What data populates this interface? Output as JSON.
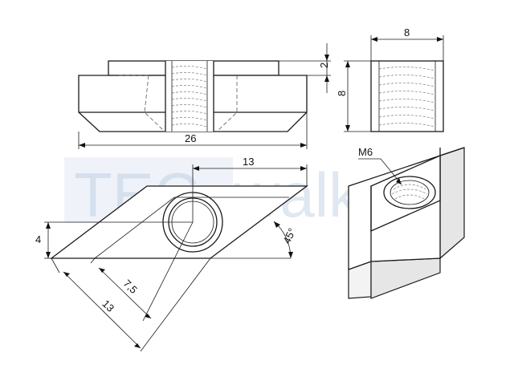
{
  "watermark": {
    "left": "TEC",
    "right": "walker",
    "color": "#b9cbe0"
  },
  "dimensions": {
    "width_26": "26",
    "height_2": "2",
    "top_width_8": "8",
    "side_height_8": "8",
    "top_13": "13",
    "left_4": "4",
    "diag_7_5": "7,5",
    "diag_13": "13",
    "angle_45": "45°",
    "thread_m6": "M6"
  }
}
